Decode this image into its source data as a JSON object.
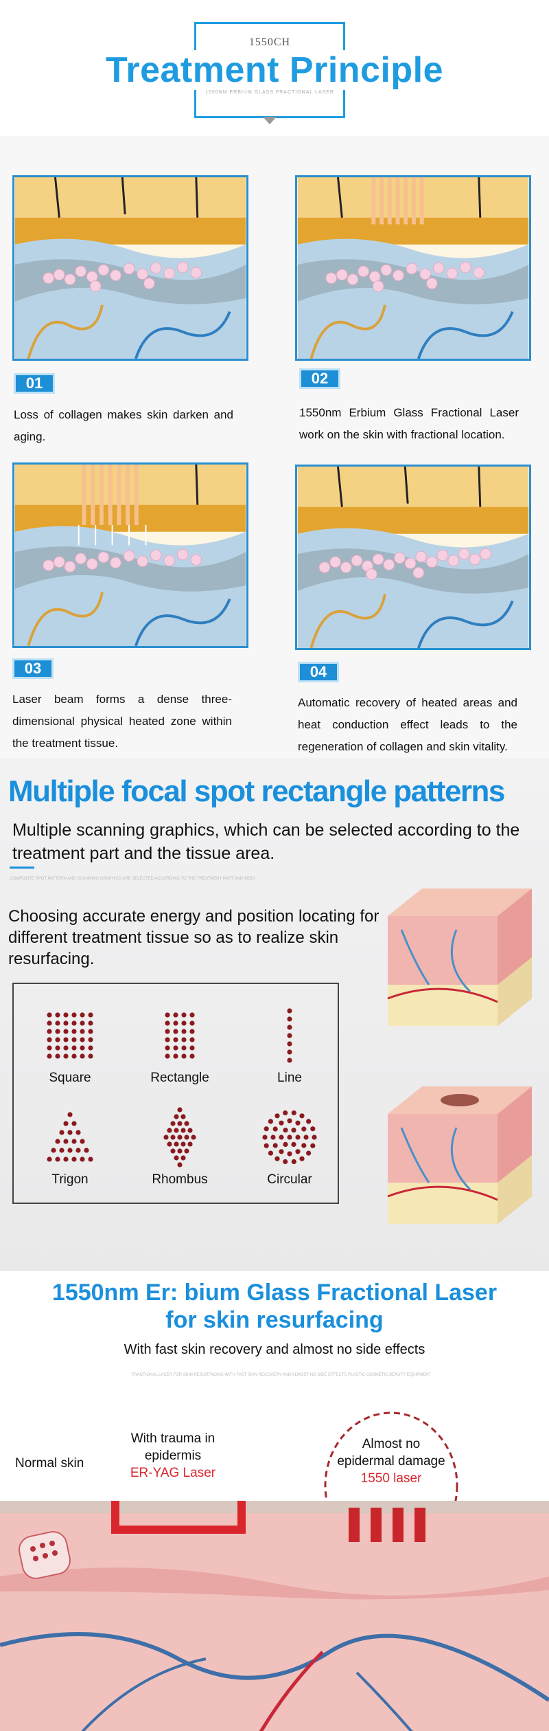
{
  "header": {
    "code": "1550CH",
    "title": "Treatment Principle",
    "caption": "1550NM ERBIUM GLASS FRACTIONAL LASER"
  },
  "steps": [
    {
      "badge": "01",
      "text": "Loss of collagen makes skin darken and aging."
    },
    {
      "badge": "02",
      "text": "1550nm Erbium Glass Fractional Laser work on the skin with fractional location."
    },
    {
      "badge": "03",
      "text": "Laser beam forms a dense three-dimensional physical heated zone within the treatment tissue."
    },
    {
      "badge": "04",
      "text": "Automatic recovery of heated areas and heat conduction effect leads to the regeneration of collagen and skin vitality."
    }
  ],
  "patterns": {
    "title": "Multiple focal spot rectangle patterns",
    "subtitle": "Multiple scanning graphics, which can be selected according to the treatment part and the tissue area.",
    "faint_text": "COMPOSITE SPOT PATTERN AND SCANNING GRAPHICS ARE SELECTED ACCORDING TO THE TREATMENT PART AND AREA",
    "choose_text": "Choosing accurate energy and position locating for different treatment tissue so as to realize skin resurfacing.",
    "items": [
      {
        "label": "Square",
        "shape": "square"
      },
      {
        "label": "Rectangle",
        "shape": "rectangle"
      },
      {
        "label": "Line",
        "shape": "line"
      },
      {
        "label": "Trigon",
        "shape": "trigon"
      },
      {
        "label": "Rhombus",
        "shape": "rhombus"
      },
      {
        "label": "Circular",
        "shape": "circular"
      }
    ],
    "dot_color": "#8a1a1f"
  },
  "compare": {
    "title_line1": "1550nm Er: bium Glass Fractional Laser",
    "title_line2": "for skin resurfacing",
    "subtitle": "With fast skin recovery and almost no side effects",
    "faint_text": "FRACTIONAL LASER FOR SKIN RESURFACING WITH FAST SKIN RECOVERY AND ALMOST NO SIDE EFFECTS PLASTIC COSMETIC BEAUTY EQUIPMENT",
    "normal_label": "Normal skin",
    "trauma_line1": "With trauma in",
    "trauma_line2": "epidermis",
    "eryag_label": "ER-YAG Laser",
    "nodamage_line1": "Almost no",
    "nodamage_line2": "epidermal damage",
    "laser1550_label": "1550 laser"
  },
  "colors": {
    "accent": "#1a8fdc",
    "red": "#d9262c"
  }
}
